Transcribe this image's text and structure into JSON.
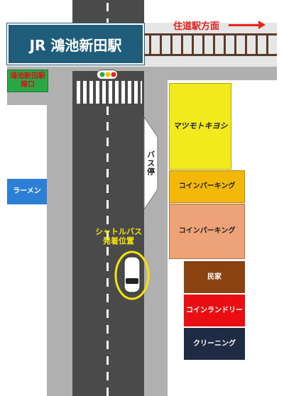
{
  "station": {
    "name": "JR 鴻池新田駅"
  },
  "direction": {
    "label": "住道駅方面"
  },
  "exit": {
    "line1": "鴻池新田駅",
    "line2": "南口"
  },
  "bus_stop": {
    "label": "バス停"
  },
  "shuttle": {
    "line1": "シャトルバス",
    "line2": "発着位置"
  },
  "shops": {
    "left": [
      {
        "label": "ラーメン",
        "color": "#2d7fd6"
      }
    ],
    "right": [
      {
        "label": "マツモトキヨシ",
        "color": "#f2ea1c"
      },
      {
        "label": "コインパーキング",
        "color": "#f2b707"
      },
      {
        "label": "コインパーキング",
        "color": "#eda278"
      },
      {
        "label": "民家",
        "color": "#8a4310"
      },
      {
        "label": "コインランドリー",
        "color": "#ea0e12"
      },
      {
        "label": "クリーニング",
        "color": "#1f2a44"
      }
    ]
  },
  "colors": {
    "station": "#1f5d7a",
    "road": "#4a4a4a",
    "sidewalk": "#b0b0b0",
    "highlight": "#f3e20c",
    "exit_badge": "#2aa845"
  }
}
